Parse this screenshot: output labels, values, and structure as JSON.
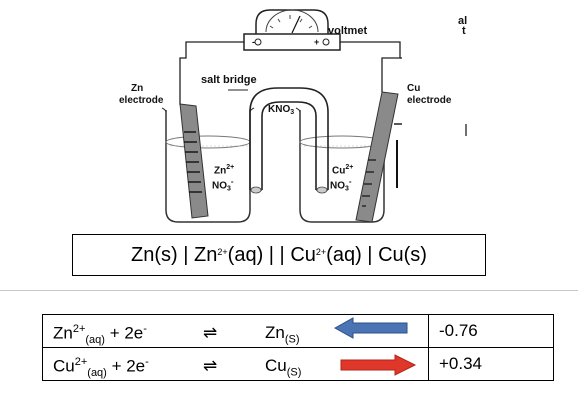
{
  "diagram": {
    "voltmeter_label": "voltmet",
    "terminal_neg": "-",
    "terminal_pos": "+",
    "salt_bridge_label": "salt bridge",
    "kno3_label": "KNO3",
    "zn_electrode_line1": "Zn",
    "zn_electrode_line2": "electrode",
    "cu_electrode_line1": "Cu",
    "cu_electrode_line2": "electrode",
    "zn_ion": "Zn2+",
    "cu_ion": "Cu2+",
    "nitrate_left": "NO3-",
    "nitrate_right": "NO3-",
    "cropped_text": "al t"
  },
  "cell_notation": {
    "zn_s": "Zn(s)",
    "bar1": "|",
    "zn_ion": "Zn",
    "zn_charge": "2+",
    "zn_aq": "(aq)",
    "double_bar": "| |",
    "cu_ion": "Cu",
    "cu_charge": "2+",
    "cu_aq": "(aq)",
    "bar2": "|",
    "cu_s": "Cu(s)"
  },
  "table": {
    "rows": [
      {
        "ion": "Zn",
        "charge": "2+",
        "state": "(aq)",
        "plus": "+ 2e",
        "electron_charge": "-",
        "equilibrium": "⇌",
        "metal": "Zn",
        "metal_state": "(S)",
        "arrow_color": "#4a74b4",
        "arrow_direction": "left",
        "potential": "-0.76"
      },
      {
        "ion": "Cu",
        "charge": "2+",
        "state": "(aq)",
        "plus": "+ 2e",
        "electron_charge": "-",
        "equilibrium": "⇌",
        "metal": "Cu",
        "metal_state": "(S)",
        "arrow_color": "#e0372b",
        "arrow_direction": "right",
        "potential": "+0.34"
      }
    ]
  }
}
